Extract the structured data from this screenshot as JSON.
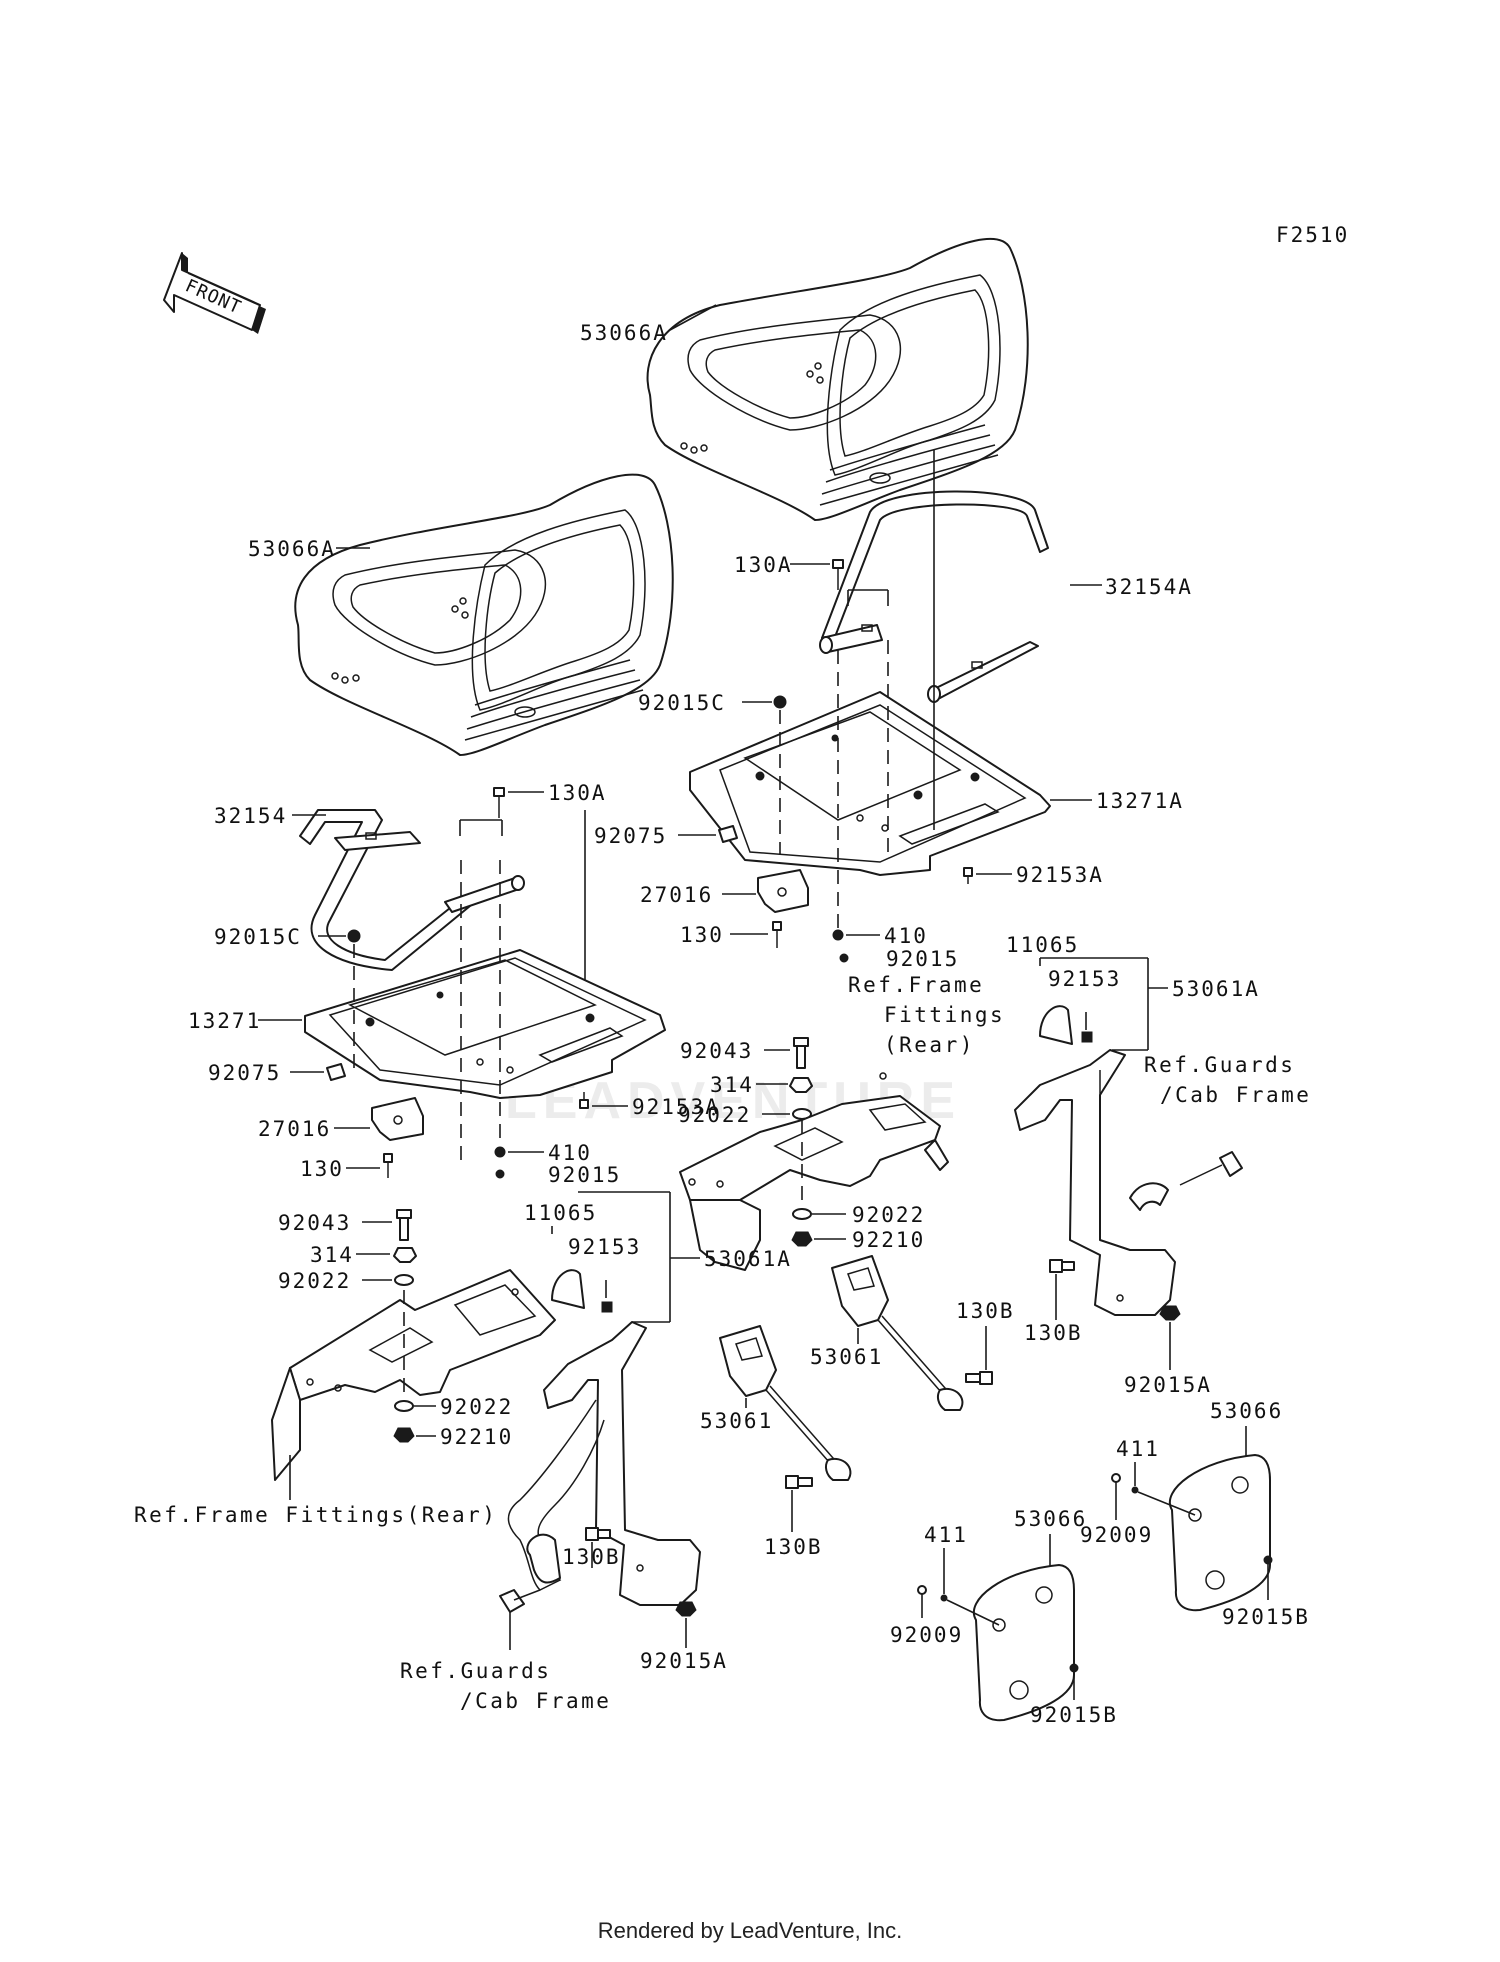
{
  "diagram": {
    "code": "F2510",
    "front_label": "FRONT",
    "watermark": "LEADVENTURE",
    "footer": "Rendered by LeadVenture, Inc.",
    "labels": {
      "l53066A_r": "53066A",
      "l53066A_l": "53066A",
      "l130A_r": "130A",
      "l32154A": "32154A",
      "l92015C_r": "92015C",
      "l13271A": "13271A",
      "l92075_r": "92075",
      "l92153A_r": "92153A",
      "l27016_r": "27016",
      "l130_r": "130",
      "l410_r": "410",
      "l92015_r": "92015",
      "l32154": "32154",
      "l130A_l": "130A",
      "l92015C_l": "92015C",
      "l13271": "13271",
      "l92075_l": "92075",
      "l92153A_l": "92153A",
      "l27016_l": "27016",
      "l130_l": "130",
      "l410_l": "410",
      "l92015_l": "92015",
      "l11065_r": "11065",
      "l92153_r": "92153",
      "l53061A_r": "53061A",
      "l92043_r": "92043",
      "l314_r": "314",
      "l92022_r1": "92022",
      "l92022_r2": "92022",
      "l92210_r": "92210",
      "l92043_l": "92043",
      "l314_l": "314",
      "l92022_l1": "92022",
      "l92022_l2": "92022",
      "l92210_l": "92210",
      "l11065_l": "11065",
      "l92153_l": "92153",
      "l53061A_l": "53061A",
      "l53061_1": "53061",
      "l53061_2": "53061",
      "l130B_1": "130B",
      "l130B_2": "130B",
      "l130B_3": "130B",
      "l130B_4": "130B",
      "l92015A_r": "92015A",
      "l92015A_l": "92015A",
      "l411_r": "411",
      "l411_l": "411",
      "l53066_r": "53066",
      "l53066_l": "53066",
      "l92009_r": "92009",
      "l92009_l": "92009",
      "l92015B_r": "92015B",
      "l92015B_l": "92015B"
    },
    "refs": {
      "frame_rear_1": "Ref.Frame",
      "frame_rear_2": "Fittings",
      "frame_rear_3": "(Rear)",
      "guards_r_1": "Ref.Guards",
      "guards_r_2": "/Cab Frame",
      "frame_rear_left": "Ref.Frame Fittings(Rear)",
      "guards_l_1": "Ref.Guards",
      "guards_l_2": "/Cab Frame"
    }
  }
}
